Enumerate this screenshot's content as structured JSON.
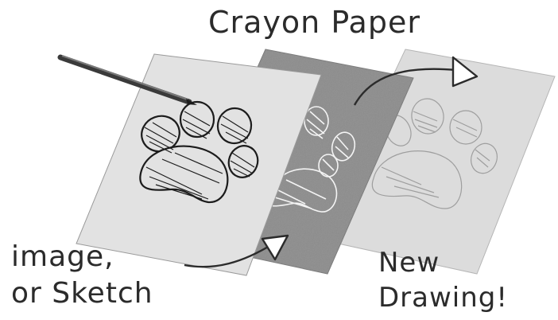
{
  "title": "Crayon Paper",
  "left_label": {
    "line1": "image,",
    "line2": "or Sketch"
  },
  "right_label": {
    "line1": "New",
    "line2": "Drawing!"
  },
  "colors": {
    "sheet_light": "#e3e3e3",
    "sheet_mid": "#8f8f8f",
    "sheet_back": "#dadada",
    "ink": "#2b2b2b",
    "sheet_edge": "#9a9a9a"
  },
  "icons": [
    "pencil-icon",
    "paw-print-icon",
    "curved-arrow-icon"
  ]
}
